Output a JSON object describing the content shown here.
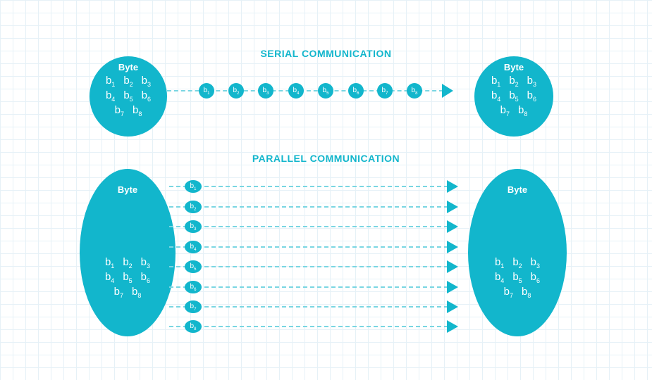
{
  "serial": {
    "title": "SERIAL COMMUNICATION",
    "sender_title": "Byte",
    "receiver_title": "Byte",
    "bits": [
      "b1",
      "b2",
      "b3",
      "b4",
      "b5",
      "b6",
      "b7",
      "b8"
    ]
  },
  "parallel": {
    "title": "PARALLEL COMMUNICATION",
    "sender_title": "Byte",
    "receiver_title": "Byte",
    "bits": [
      "b1",
      "b2",
      "b3",
      "b4",
      "b5",
      "b6",
      "b7",
      "b8"
    ]
  },
  "bit_label": {
    "base": "b",
    "subs": [
      "1",
      "2",
      "3",
      "4",
      "5",
      "6",
      "7",
      "8"
    ]
  },
  "colors": {
    "accent": "#12b6cc",
    "line": "#7ad6e2",
    "grid": "#e6f1f7"
  }
}
